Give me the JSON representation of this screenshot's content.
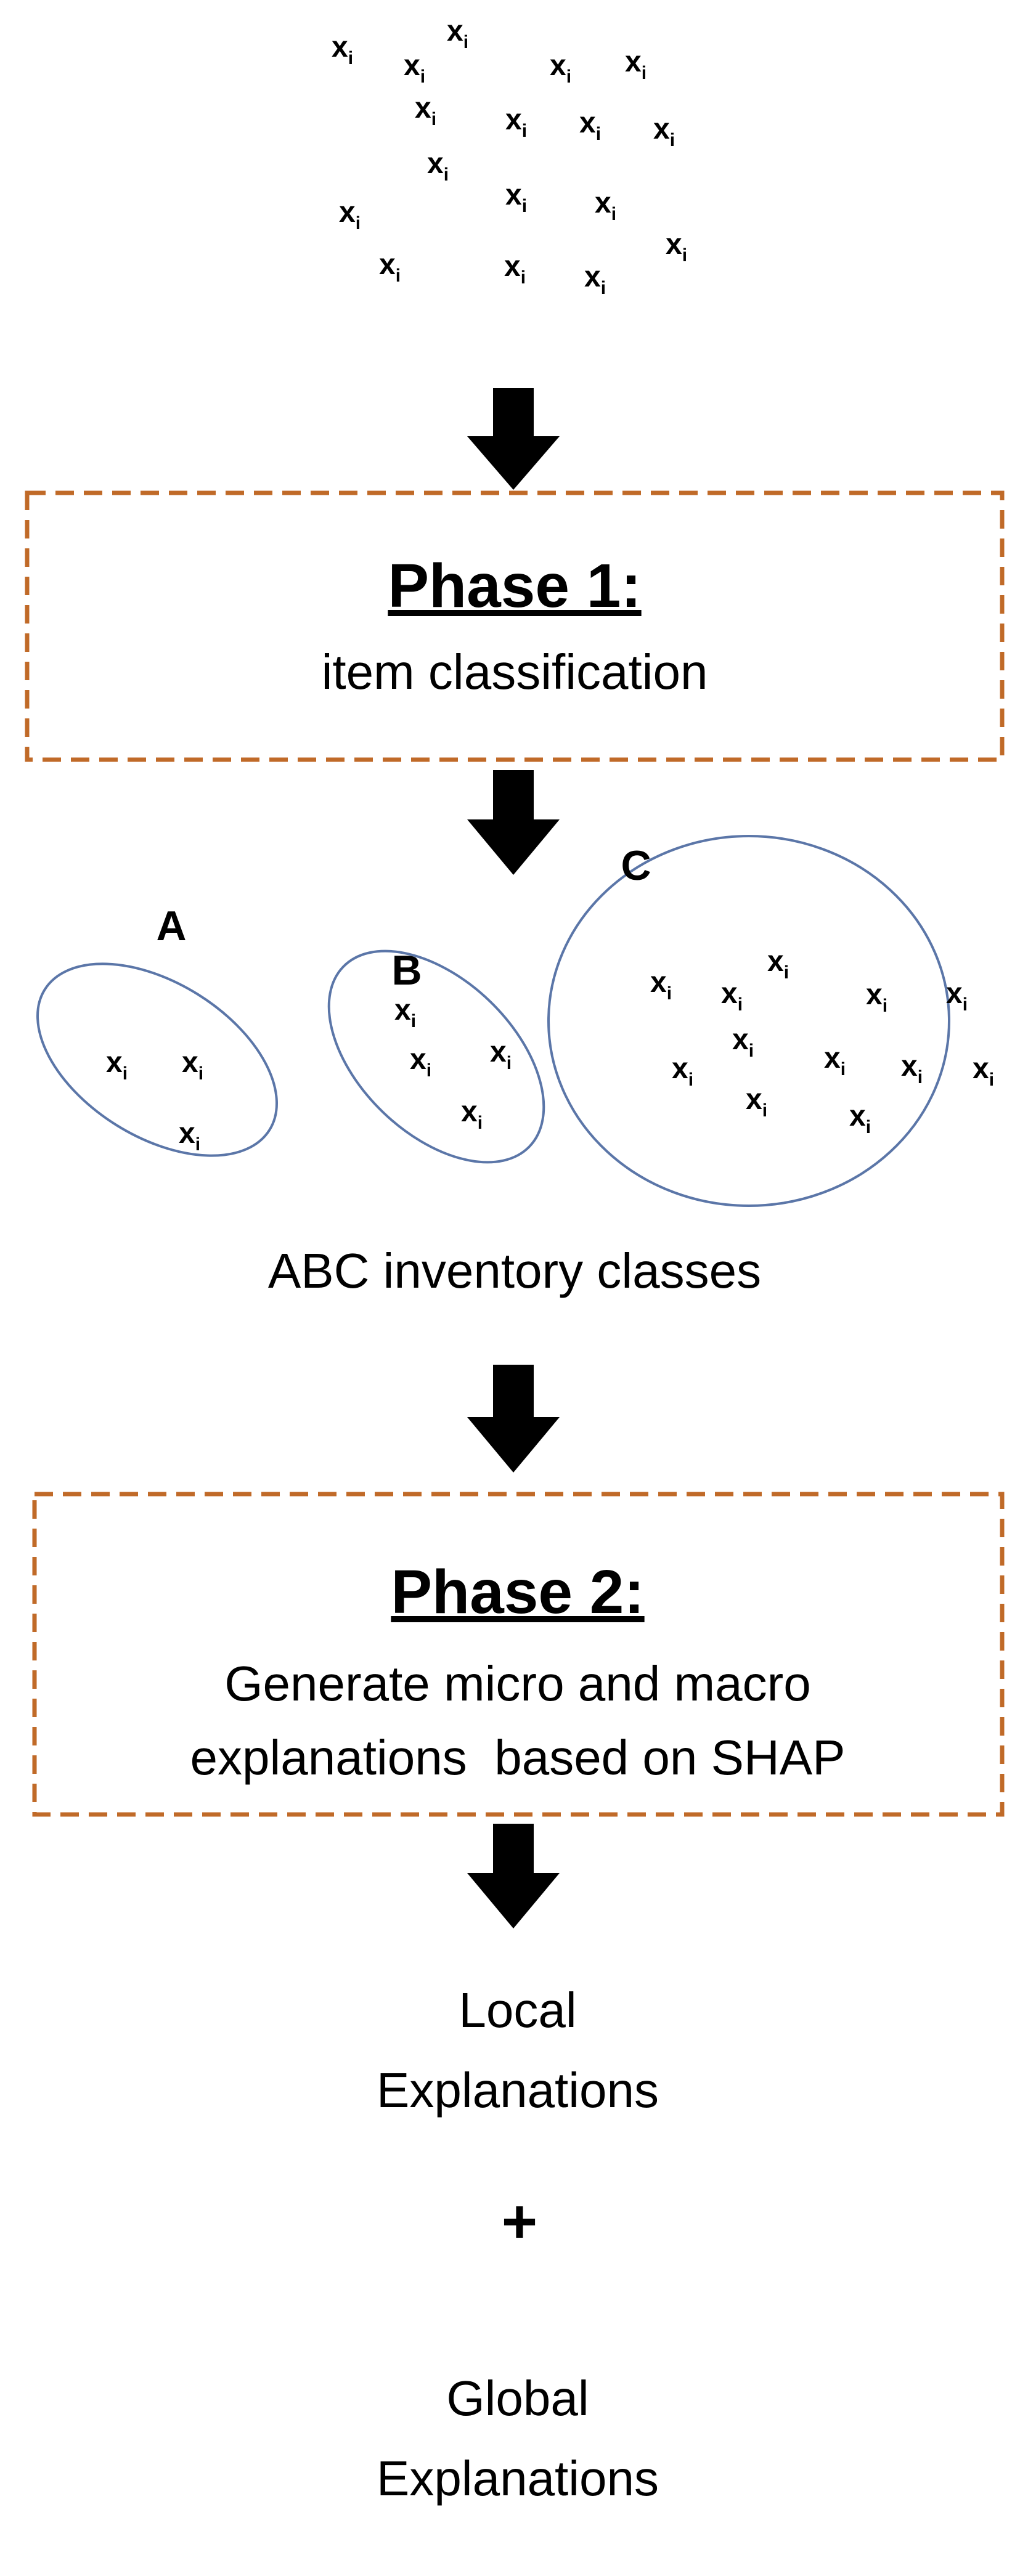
{
  "item_symbol": {
    "base": "x",
    "subscript": "i"
  },
  "phase1": {
    "title": "Phase 1:",
    "description": "item classification"
  },
  "classes": [
    {
      "label": "A"
    },
    {
      "label": "B"
    },
    {
      "label": "C"
    }
  ],
  "classes_caption": "ABC inventory classes",
  "phase2": {
    "title": "Phase 2:",
    "description_lines": [
      "Generate micro and macro",
      "explanations  based on SHAP"
    ]
  },
  "local_explanations": [
    "Local",
    "Explanations"
  ],
  "plus_sign": "+",
  "global_explanations": [
    "Global",
    "Explanations"
  ],
  "colors": {
    "dashed_border": "#c06a28",
    "ellipse_stroke": "#5b76a8",
    "arrow_fill": "#000000",
    "text": "#000000"
  }
}
